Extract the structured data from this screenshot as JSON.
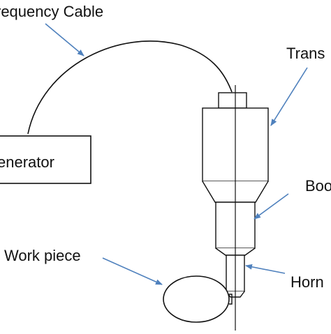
{
  "labels": {
    "cable": "requency Cable",
    "generator": "enerator",
    "transducer": "Trans",
    "booster": "Boo",
    "work_piece": "Work piece",
    "horn": "Horn"
  },
  "colors": {
    "line": "#111111",
    "arrow": "#4f81bd",
    "background": "#ffffff"
  }
}
